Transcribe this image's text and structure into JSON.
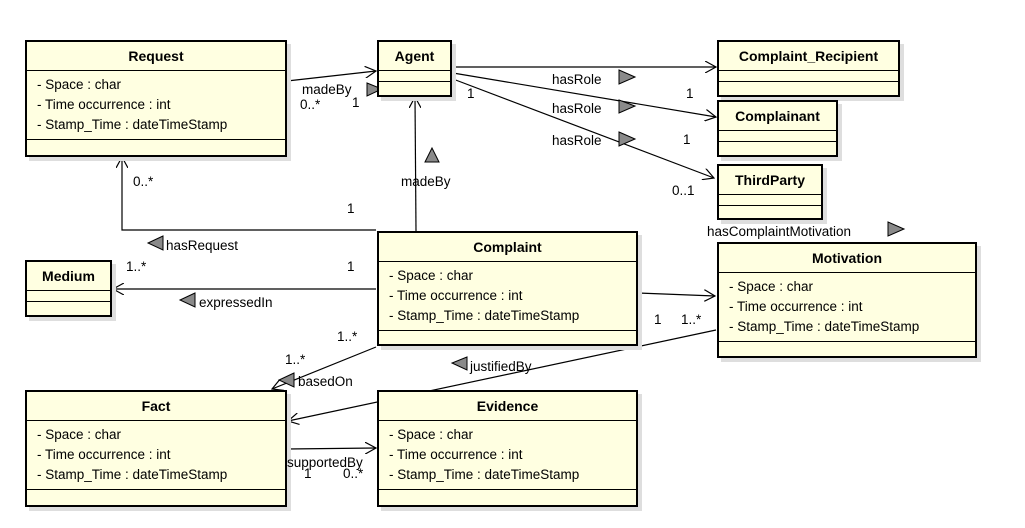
{
  "classes": {
    "request": {
      "name": "Request",
      "attributes": [
        "- Space : char",
        "- Time occurrence : int",
        "- Stamp_Time : dateTimeStamp"
      ]
    },
    "agent": {
      "name": "Agent",
      "attributes": []
    },
    "complaint_recipient": {
      "name": "Complaint_Recipient",
      "attributes": []
    },
    "complainant": {
      "name": "Complainant",
      "attributes": []
    },
    "third_party": {
      "name": "ThirdParty",
      "attributes": []
    },
    "medium": {
      "name": "Medium",
      "attributes": []
    },
    "complaint": {
      "name": "Complaint",
      "attributes": [
        "- Space : char",
        "- Time occurrence : int",
        "- Stamp_Time : dateTimeStamp"
      ]
    },
    "motivation": {
      "name": "Motivation",
      "attributes": [
        "- Space : char",
        "- Time occurrence : int",
        "- Stamp_Time : dateTimeStamp"
      ]
    },
    "fact": {
      "name": "Fact",
      "attributes": [
        "- Space : char",
        "- Time occurrence : int",
        "- Stamp_Time : dateTimeStamp"
      ]
    },
    "evidence": {
      "name": "Evidence",
      "attributes": [
        "- Space : char",
        "- Time occurrence : int",
        "- Stamp_Time : dateTimeStamp"
      ]
    }
  },
  "associations": {
    "request_madeBy": {
      "label": "madeBy",
      "src_mult": "0..*",
      "dst_mult": "1"
    },
    "agent_hasRole_recipient": {
      "label": "hasRole",
      "dst_mult": "1"
    },
    "agent_hasRole_complainant": {
      "label": "hasRole",
      "src_mult": "1",
      "dst_mult": "1"
    },
    "agent_hasRole_thirdparty": {
      "label": "hasRole",
      "dst_mult": "0..1"
    },
    "complaint_madeBy": {
      "label": "madeBy",
      "src_mult": "1"
    },
    "complaint_hasRequest": {
      "label": "hasRequest",
      "src_mult": "1",
      "dst_mult": "0..*"
    },
    "complaint_expressedIn": {
      "label": "expressedIn",
      "src_mult": "1",
      "dst_mult": "1..*"
    },
    "complaint_hasComplaintMotivation": {
      "label": "hasComplaintMotivation",
      "src_mult": "1",
      "dst_mult": "1..*"
    },
    "complaint_basedOn": {
      "label": "basedOn",
      "src_mult": "1..*",
      "dst_mult": "1..*"
    },
    "motivation_justifiedBy": {
      "label": "justifiedBy"
    },
    "fact_supportedBy": {
      "label": "supportedBy",
      "src_mult": "1",
      "dst_mult": "0..*"
    }
  }
}
